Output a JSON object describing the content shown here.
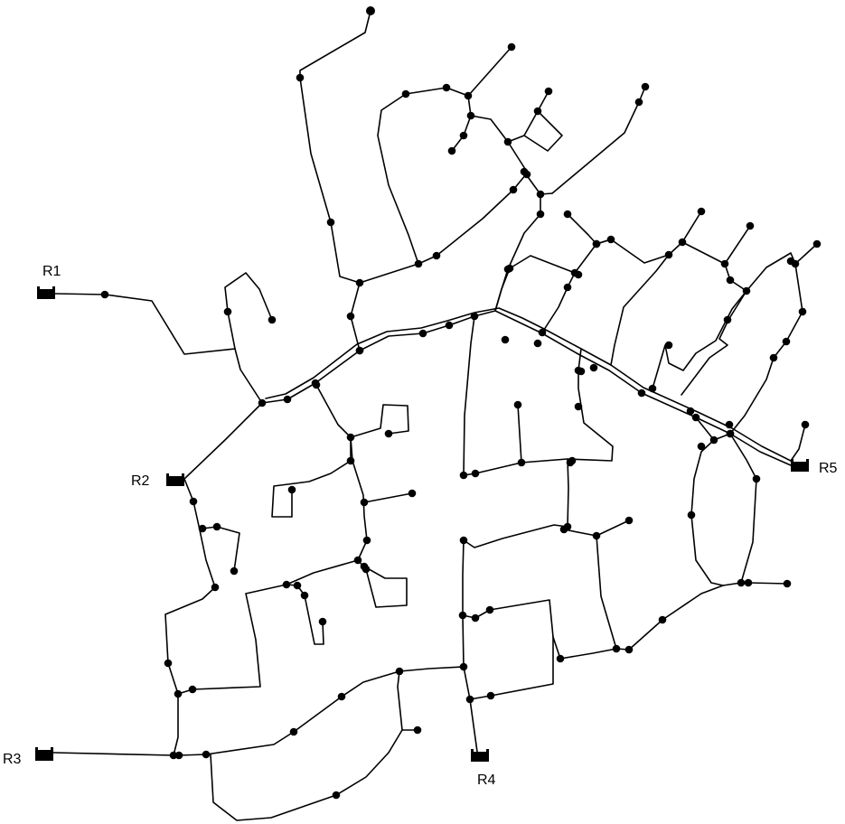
{
  "reservoirs": [
    {
      "id": "r1",
      "label": "R1"
    },
    {
      "id": "r2",
      "label": "R2"
    },
    {
      "id": "r3",
      "label": "R3"
    },
    {
      "id": "r4",
      "label": "R4"
    },
    {
      "id": "r5",
      "label": "R5"
    }
  ]
}
